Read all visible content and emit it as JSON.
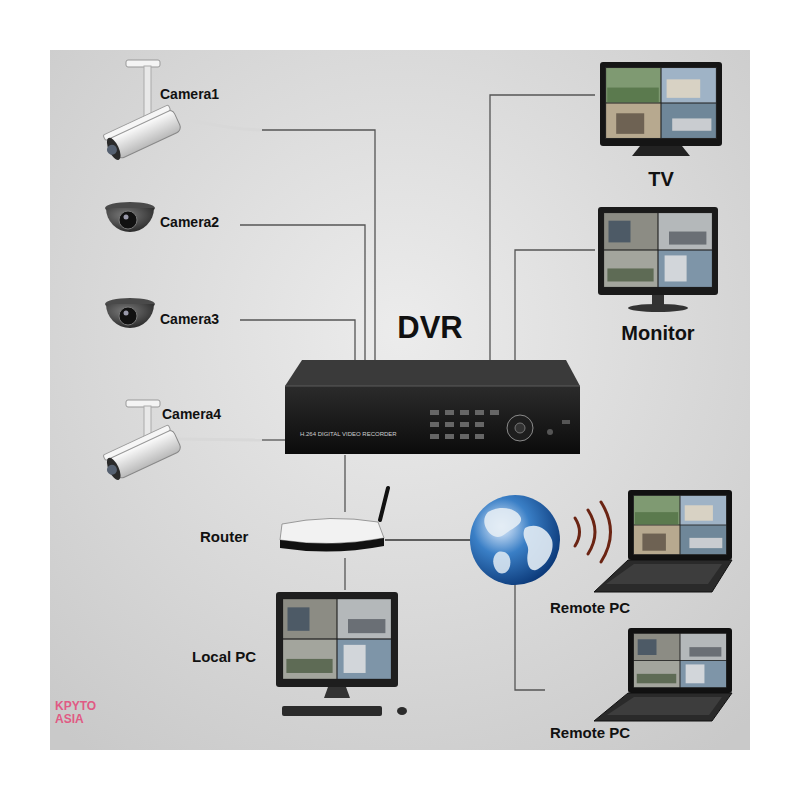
{
  "diagram": {
    "nodes": [
      {
        "text": [
          "Camera1"
        ]
      },
      {
        "text": [
          "Camera2"
        ]
      },
      {
        "text": [
          "Camera3"
        ]
      },
      {
        "text": [
          "Camera4"
        ]
      },
      {
        "text": [
          "DVR"
        ]
      },
      {
        "text": [
          "TV"
        ]
      },
      {
        "text": [
          "Monitor"
        ]
      },
      {
        "text": [
          "Router"
        ]
      },
      {
        "text": [
          "Local PC"
        ]
      },
      {
        "text": [
          "Remote PC"
        ]
      },
      {
        "text": [
          "Remote PC"
        ]
      }
    ],
    "edges": [
      {
        "from": 0,
        "to": 4,
        "arrow": "none"
      },
      {
        "from": 1,
        "to": 4,
        "arrow": "none"
      },
      {
        "from": 2,
        "to": 4,
        "arrow": "none"
      },
      {
        "from": 3,
        "to": 4,
        "arrow": "none"
      },
      {
        "from": 4,
        "to": 5,
        "arrow": "none"
      },
      {
        "from": 4,
        "to": 6,
        "arrow": "none"
      },
      {
        "from": 4,
        "to": 7,
        "arrow": "none"
      },
      {
        "from": 7,
        "to": 8,
        "arrow": "none"
      },
      {
        "from": 7,
        "to": 9,
        "arrow": "none"
      },
      {
        "from": 7,
        "to": 10,
        "arrow": "none"
      }
    ],
    "labels": [
      "H.264 DIGITAL VIDEO RECORDER",
      "KPYTO ASIA"
    ]
  }
}
